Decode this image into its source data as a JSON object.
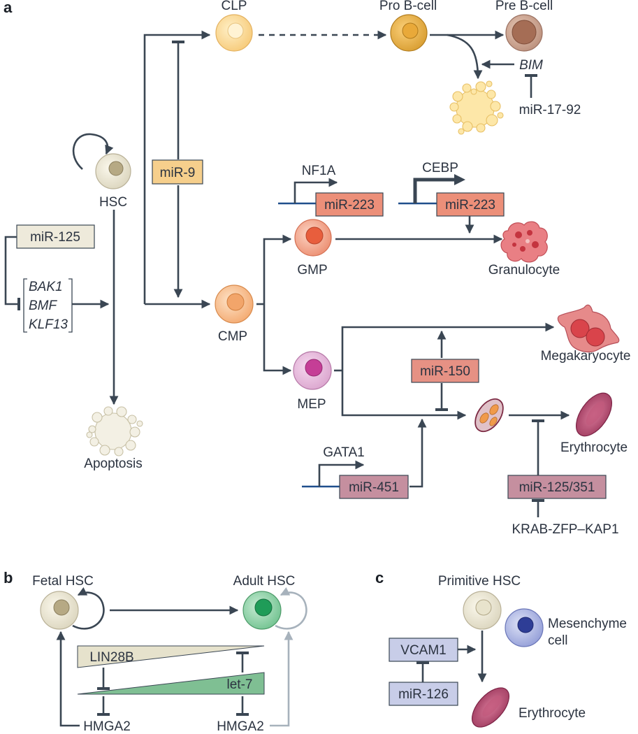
{
  "panels": {
    "a": "a",
    "b": "b",
    "c": "c"
  },
  "cells": {
    "clp": "CLP",
    "pro_b": "Pro B-cell",
    "pre_b": "Pre B-cell",
    "hsc": "HSC",
    "cmp": "CMP",
    "gmp": "GMP",
    "mep": "MEP",
    "granulocyte": "Granulocyte",
    "megakaryocyte": "Megakaryocyte",
    "erythrocyte_a": "Erythrocyte",
    "apoptosis": "Apoptosis",
    "fetal_hsc": "Fetal HSC",
    "adult_hsc": "Adult HSC",
    "primitive_hsc": "Primitive HSC",
    "mesenchyme_line1": "Mesenchyme",
    "mesenchyme_line2": "cell",
    "erythrocyte_c": "Erythrocyte"
  },
  "mirnas": {
    "mir9": "miR-9",
    "mir125": "miR-125",
    "mir223_a": "miR-223",
    "mir223_b": "miR-223",
    "mir150": "miR-150",
    "mir451": "miR-451",
    "mir125_351": "miR-125/351",
    "mir17_92": "miR-17-92",
    "let7": "let-7",
    "mir126": "miR-126"
  },
  "factors": {
    "bim": "BIM",
    "nf1a": "NF1A",
    "cebp": "CEBP",
    "gata1": "GATA1",
    "krab": "KRAB-ZFP–KAP1",
    "bak1": "BAK1",
    "bmf": "BMF",
    "klf13": "KLF13",
    "lin28b": "LIN28B",
    "hmga2_left": "HMGA2",
    "hmga2_right": "HMGA2",
    "vcam1": "VCAM1"
  },
  "colors": {
    "arrow": "#3a4653",
    "arrow_light": "#a7b2bc",
    "mir9_box": "#f6cf8c",
    "mir125_box": "#eeeadb",
    "mir223_box": "#ec8f79",
    "mir150_box": "#e69184",
    "mir451_box": "#c58f9f",
    "mir125_351_box": "#c58f9f",
    "vcam_box": "#c8cde8",
    "lin28b_wedge": "#e6e2cc",
    "let7_wedge": "#7fbf93"
  }
}
